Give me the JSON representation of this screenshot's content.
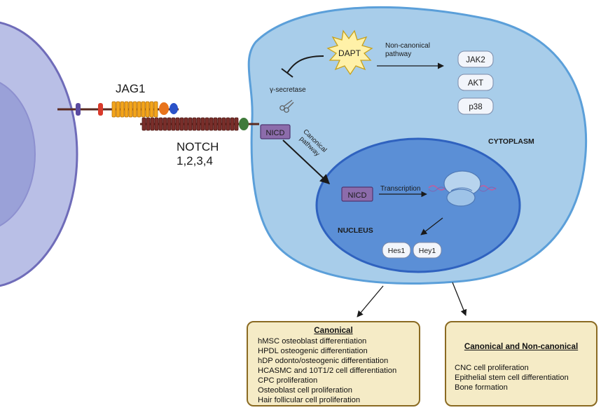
{
  "ligand": {
    "name": "JAG1"
  },
  "receptor": {
    "name_line1": "NOTCH",
    "name_line2": "1,2,3,4"
  },
  "cytoplasm": {
    "label": "CYTOPLASM",
    "inhibitor": "DAPT",
    "enzyme": "γ-secretase",
    "noncanonical_label_line1": "Non-canonical",
    "noncanonical_label_line2": "pathway",
    "kinases": [
      "JAK2",
      "AKT",
      "p38"
    ],
    "nicd_membrane": "NICD",
    "canonical_label_line1": "Canonical",
    "canonical_label_line2": "pathway"
  },
  "nucleus": {
    "label": "NUCLEUS",
    "nicd": "NICD",
    "transcription_label": "Transcription",
    "targets": [
      "Hes1",
      "Hey1"
    ]
  },
  "outcomes": {
    "canonical": {
      "title": "Canonical",
      "items": [
        "hMSC osteoblast differentiation",
        "HPDL osteogenic differentiation",
        "hDP odonto/osteogenic differentiation",
        "HCASMC and 10T1/2 cell differentiation",
        "CPC proliferation",
        "Osteoblast cell proliferation",
        "Hair follicular cell proliferation"
      ]
    },
    "canonical_and_noncanonical": {
      "title": "Canonical and Non-canonical",
      "items": [
        "CNC cell proliferation",
        "Epithelial stem cell differentiation",
        "Bone formation"
      ]
    }
  },
  "colors": {
    "left_cell_outer": "#b9bfe6",
    "left_cell_inner": "#9aa1d8",
    "left_cell_border": "#6f6cb9",
    "cell_fill": "#a8cdea",
    "cell_border": "#5b9fd9",
    "nucleus_fill": "#5b8fd6",
    "nucleus_border": "#2f62bf",
    "nicd_fill": "#8c6cab",
    "ligand_orange": "#f3a51b",
    "receptor_brown": "#7a2e2a",
    "box_fill": "#f5ebc6",
    "box_border": "#8a6a22"
  }
}
